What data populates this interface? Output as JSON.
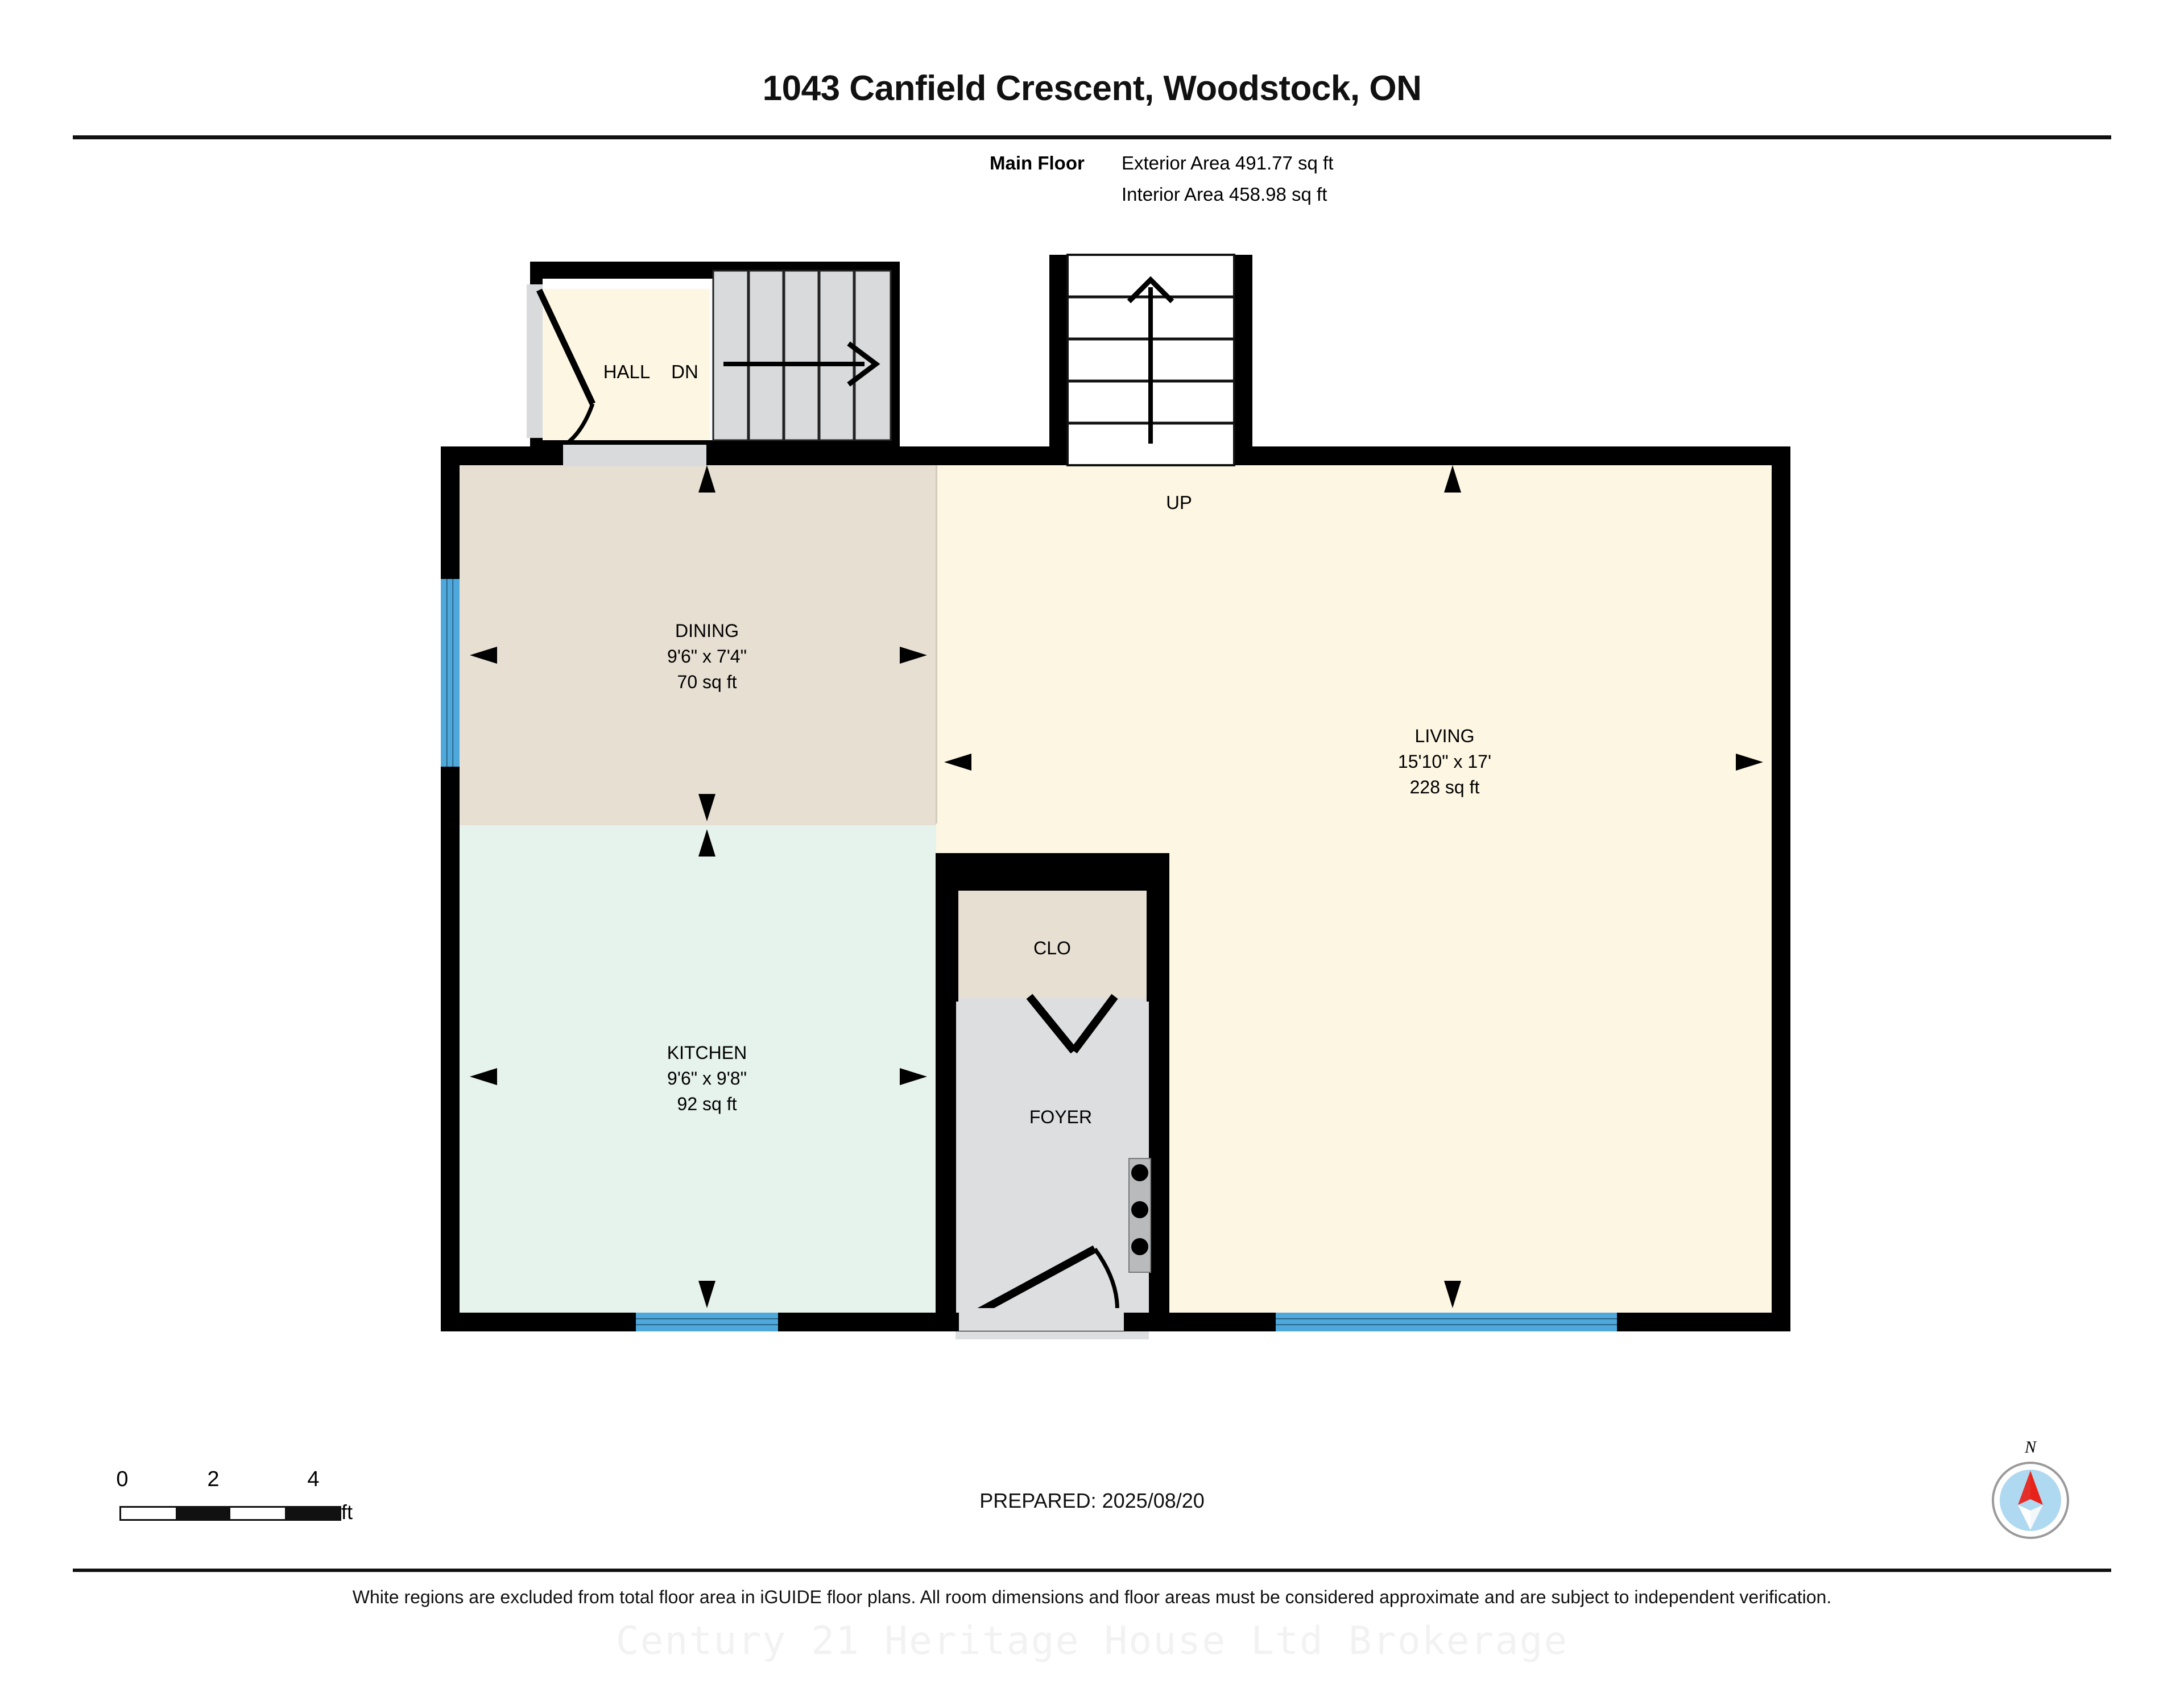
{
  "header": {
    "title": "1043 Canfield Crescent, Woodstock, ON",
    "floor_label": "Main Floor",
    "exterior_area": "Exterior Area 491.77 sq ft",
    "interior_area": "Interior Area 458.98 sq ft"
  },
  "rooms": {
    "hall": {
      "name": "HALL"
    },
    "dn": {
      "name": "DN"
    },
    "up": {
      "name": "UP"
    },
    "dining": {
      "name": "DINING",
      "dimensions": "9'6\" x 7'4\"",
      "area": "70 sq ft"
    },
    "living": {
      "name": "LIVING",
      "dimensions": "15'10\" x 17'",
      "area": "228 sq ft"
    },
    "kitchen": {
      "name": "KITCHEN",
      "dimensions": "9'6\" x 9'8\"",
      "area": "92 sq ft"
    },
    "closet": {
      "name": "CLO"
    },
    "foyer": {
      "name": "FOYER"
    }
  },
  "scale": {
    "tick_0": "0",
    "tick_2": "2",
    "tick_4": "4",
    "unit": "ft"
  },
  "compass": {
    "north_label": "N"
  },
  "footer": {
    "prepared": "PREPARED: 2025/08/20",
    "disclaimer": "White regions are excluded from total floor area in iGUIDE floor plans. All room dimensions and floor areas must be considered approximate and are subject to independent verification.",
    "watermark": "Century 21 Heritage House Ltd Brokerage"
  },
  "colors": {
    "wall": "#000000",
    "living_fill": "#FDF6E3",
    "dining_fill": "#E6DFD2",
    "kitchen_fill": "#E6F2EC",
    "closet_fill": "#E6DFD2",
    "foyer_fill": "#DDDEE0",
    "stair_fill": "#D9DADC",
    "window": "#4FA8DC",
    "compass_disc": "#AFD9F0",
    "compass_needle": "#E8221A"
  }
}
